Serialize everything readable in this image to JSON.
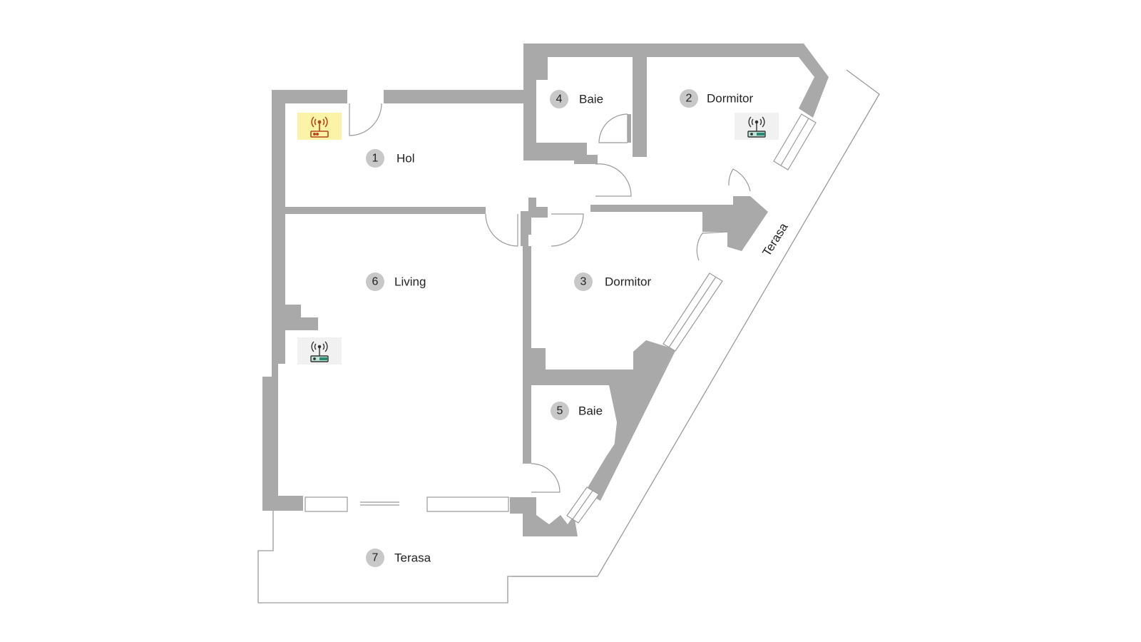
{
  "rooms": [
    {
      "number": "1",
      "label": "Hol"
    },
    {
      "number": "2",
      "label": "Dormitor"
    },
    {
      "number": "3",
      "label": "Dormitor"
    },
    {
      "number": "4",
      "label": "Baie"
    },
    {
      "number": "5",
      "label": "Baie"
    },
    {
      "number": "6",
      "label": "Living"
    },
    {
      "number": "7",
      "label": "Terasa"
    }
  ],
  "side_terrace_label": "Terasa",
  "routers": [
    {
      "location": "Hol",
      "icon": "wifi-router-icon",
      "highlight": "#fbf3a6",
      "color": "#b8461c"
    },
    {
      "location": "Dormitor",
      "icon": "wifi-router-icon",
      "highlight": "#f1f1f1",
      "color": "#2a8a72"
    },
    {
      "location": "Living",
      "icon": "wifi-router-icon",
      "highlight": "#f1f1f1",
      "color": "#2a8a72"
    }
  ],
  "colors": {
    "wall": "#a9a9a9",
    "outline": "#9a9a9a",
    "number_circle": "#c8c8c8"
  }
}
